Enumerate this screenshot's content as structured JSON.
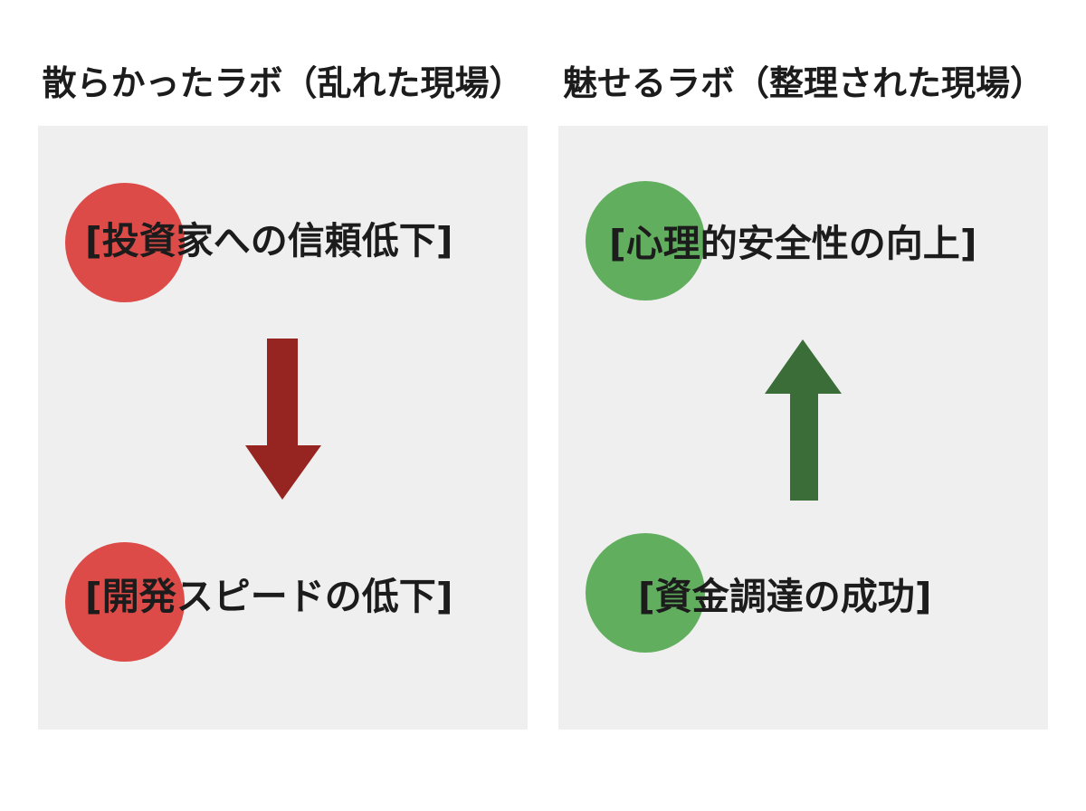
{
  "left": {
    "title": "散らかったラボ（乱れた現場）",
    "top_label": "[投資家への信頼低下]",
    "bottom_label": "[開発スピードの低下]",
    "circle_color": "#dd4b49",
    "arrow_color": "#962522",
    "arrow_direction": "down"
  },
  "right": {
    "title": "魅せるラボ（整理された現場）",
    "top_label": "[心理的安全性の向上]",
    "bottom_label": "[資金調達の成功]",
    "circle_color": "#62ae5f",
    "arrow_color": "#3a6d37",
    "arrow_direction": "up"
  },
  "colors": {
    "panel_background": "#efefef",
    "page_background": "#ffffff",
    "text": "#1c1c1c"
  }
}
